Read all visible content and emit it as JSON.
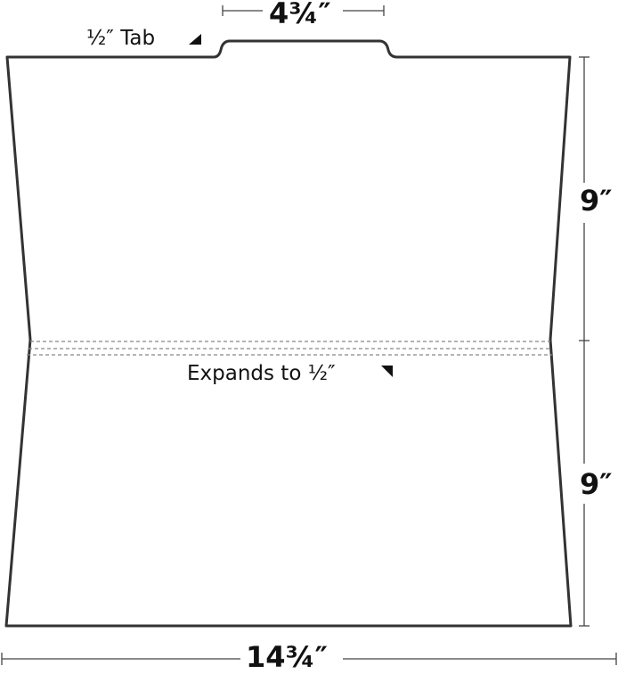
{
  "labels": {
    "tab_width": "4¾″",
    "tab_size": "½″ Tab",
    "height_top": "9″",
    "height_bottom": "9″",
    "expansion": "Expands to ½″",
    "total_width": "14¾″"
  },
  "colors": {
    "outline": "#333333",
    "dashed": "#888888",
    "text": "#111111"
  }
}
